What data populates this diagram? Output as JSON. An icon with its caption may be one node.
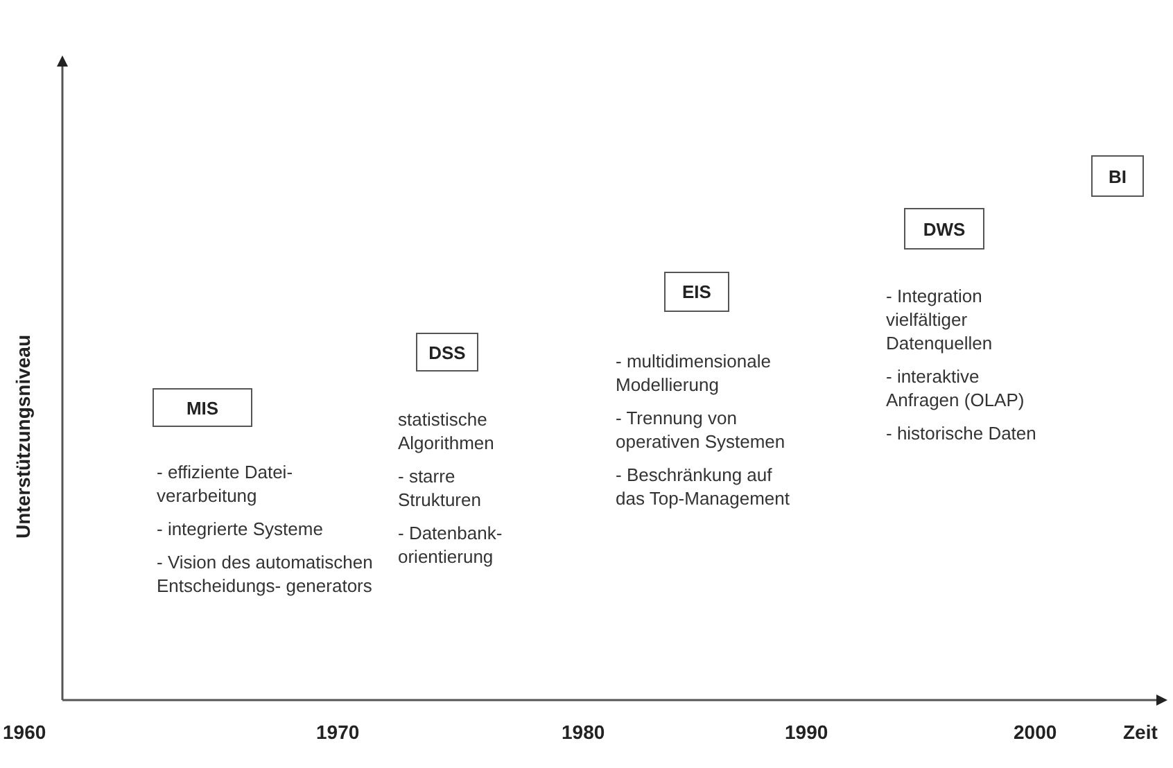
{
  "diagram": {
    "nodes": [
      {
        "text": [
          "MIS"
        ],
        "beside": [
          "- effiziente Datei- verarbeitung",
          "- integrierte Systeme",
          "- Vision des automatischen Entscheidungs- generators"
        ]
      },
      {
        "text": [
          "DSS"
        ],
        "beside": [
          "statistische Algorithmen",
          "- starre Strukturen",
          "- Datenbank- orientierung"
        ]
      },
      {
        "text": [
          "EIS"
        ],
        "beside": [
          "- multidimensionale Modellierung",
          "- Trennung von operativen Systemen",
          "- Beschränkung auf das Top-Management"
        ]
      },
      {
        "text": [
          "DWS"
        ],
        "beside": [
          "- Integration vielfältiger Datenquellen",
          "- interaktive Anfragen (OLAP)",
          "- historische Daten"
        ]
      },
      {
        "text": [
          "BI"
        ]
      }
    ],
    "edges": [],
    "labels": [
      "Unterstützungsniveau",
      "1960",
      "1970",
      "1980",
      "1990",
      "2000",
      "Zeit"
    ]
  }
}
